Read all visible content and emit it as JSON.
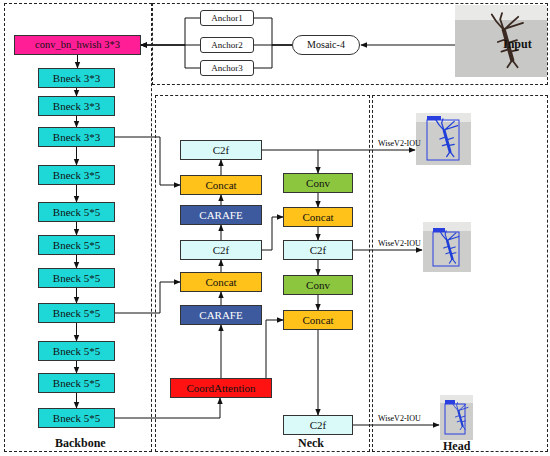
{
  "diagram": {
    "nodes": [
      {
        "text": [
          "Input"
        ]
      },
      {
        "text": [
          "Anchor1"
        ],
        "in": 0
      },
      {
        "text": [
          "Anchor2"
        ],
        "in": 0
      },
      {
        "text": [
          "Anchor3"
        ],
        "in": 0
      },
      {
        "text": [
          "Mosaic-4"
        ],
        "in": 0
      },
      {
        "text": [
          "Backbone"
        ]
      },
      {
        "text": [
          "conv_bn_hwish 3*3"
        ],
        "in": 5
      },
      {
        "text": [
          "Bneck 3*3"
        ],
        "in": 5
      },
      {
        "text": [
          "Bneck 3*3"
        ],
        "in": 5
      },
      {
        "text": [
          "Bneck 3*3"
        ],
        "in": 5
      },
      {
        "text": [
          "Bneck 3*5"
        ],
        "in": 5
      },
      {
        "text": [
          "Bneck 5*5"
        ],
        "in": 5
      },
      {
        "text": [
          "Bneck 5*5"
        ],
        "in": 5
      },
      {
        "text": [
          "Bneck 5*5"
        ],
        "in": 5
      },
      {
        "text": [
          "Bneck 5*5"
        ],
        "in": 5
      },
      {
        "text": [
          "Bneck 5*5"
        ],
        "in": 5
      },
      {
        "text": [
          "Bneck 5*5"
        ],
        "in": 5
      },
      {
        "text": [
          "Bneck 5*5"
        ],
        "in": 5
      },
      {
        "text": [
          "Neck"
        ]
      },
      {
        "text": [
          "C2f"
        ],
        "in": 18
      },
      {
        "text": [
          "Concat"
        ],
        "in": 18
      },
      {
        "text": [
          "CARAFE"
        ],
        "in": 18
      },
      {
        "text": [
          "C2f"
        ],
        "in": 18
      },
      {
        "text": [
          "Concat"
        ],
        "in": 18
      },
      {
        "text": [
          "CARAFE"
        ],
        "in": 18
      },
      {
        "text": [
          "CoordAttention"
        ],
        "in": 18
      },
      {
        "text": [
          "Conv"
        ],
        "in": 18
      },
      {
        "text": [
          "Concat"
        ],
        "in": 18
      },
      {
        "text": [
          "C2f"
        ],
        "in": 18
      },
      {
        "text": [
          "Conv"
        ],
        "in": 18
      },
      {
        "text": [
          "Concat"
        ],
        "in": 18
      },
      {
        "text": [
          "C2f"
        ],
        "in": 18
      },
      {
        "text": [
          "Head"
        ]
      }
    ],
    "edges": [
      {
        "from": 4,
        "to": 1,
        "arrow": "none"
      },
      {
        "from": 4,
        "to": 2,
        "arrow": "none"
      },
      {
        "from": 4,
        "to": 3,
        "arrow": "none"
      },
      {
        "from": 1,
        "to": 6,
        "arrow": "to"
      },
      {
        "from": 2,
        "to": 6,
        "arrow": "to"
      },
      {
        "from": 3,
        "to": 6,
        "arrow": "to"
      },
      {
        "from": 6,
        "to": 7,
        "arrow": "to"
      },
      {
        "from": 7,
        "to": 8,
        "arrow": "to"
      },
      {
        "from": 8,
        "to": 9,
        "arrow": "to"
      },
      {
        "from": 9,
        "to": 10,
        "arrow": "to"
      },
      {
        "from": 10,
        "to": 11,
        "arrow": "to"
      },
      {
        "from": 11,
        "to": 12,
        "arrow": "to"
      },
      {
        "from": 12,
        "to": 13,
        "arrow": "to"
      },
      {
        "from": 13,
        "to": 14,
        "arrow": "to"
      },
      {
        "from": 14,
        "to": 15,
        "arrow": "to"
      },
      {
        "from": 15,
        "to": 16,
        "arrow": "to"
      },
      {
        "from": 16,
        "to": 17,
        "arrow": "to"
      },
      {
        "from": 9,
        "to": 20,
        "arrow": "to"
      },
      {
        "from": 14,
        "to": 23,
        "arrow": "to"
      },
      {
        "from": 17,
        "to": 25,
        "arrow": "to"
      },
      {
        "from": 25,
        "to": 24,
        "arrow": "to"
      },
      {
        "from": 24,
        "to": 23,
        "arrow": "to"
      },
      {
        "from": 23,
        "to": 22,
        "arrow": "to"
      },
      {
        "from": 22,
        "to": 21,
        "arrow": "to"
      },
      {
        "from": 21,
        "to": 20,
        "arrow": "to"
      },
      {
        "from": 20,
        "to": 19,
        "arrow": "to"
      },
      {
        "from": 25,
        "to": 30,
        "arrow": "to"
      },
      {
        "from": 22,
        "to": 27,
        "arrow": "to"
      },
      {
        "from": 19,
        "to": 26,
        "arrow": "to"
      },
      {
        "from": 26,
        "to": 27,
        "arrow": "to"
      },
      {
        "from": 27,
        "to": 28,
        "arrow": "to"
      },
      {
        "from": 28,
        "to": 29,
        "arrow": "to"
      },
      {
        "from": 29,
        "to": 30,
        "arrow": "to"
      },
      {
        "from": 30,
        "to": 31,
        "arrow": "to"
      }
    ],
    "labels": [
      "WiseV2-IOU",
      "WiseV2-IOU",
      "WiseV2-IOU"
    ]
  }
}
